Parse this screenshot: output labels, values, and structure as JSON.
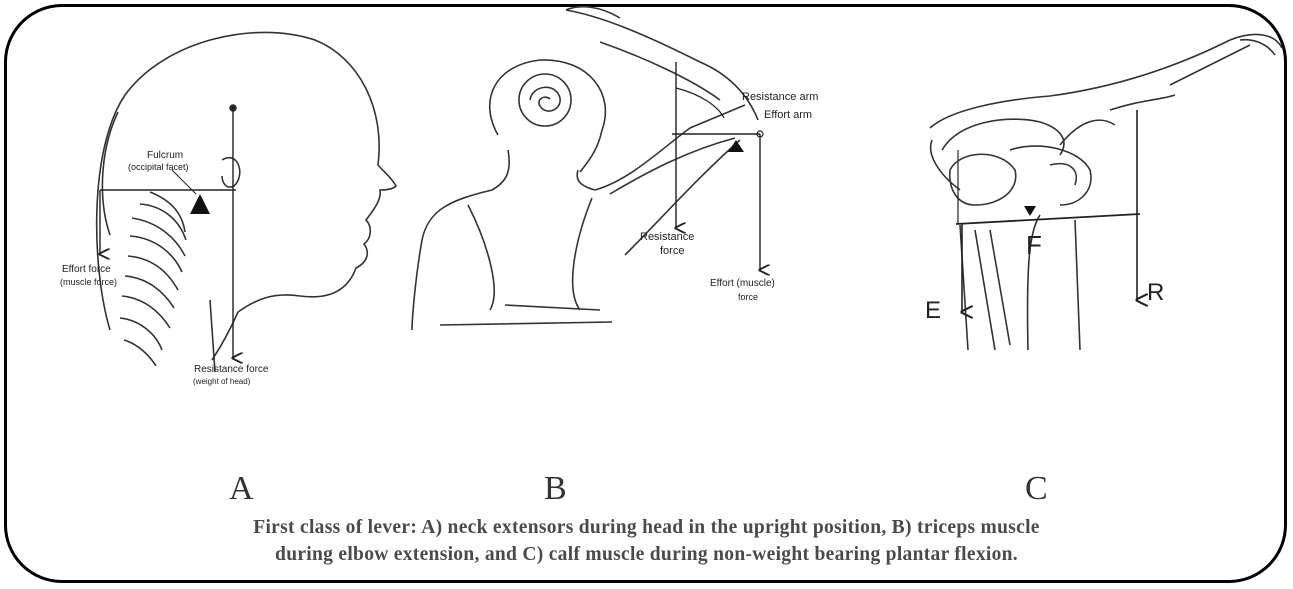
{
  "panels": {
    "a": {
      "letter": "A",
      "labels": {
        "fulcrum": "Fulcrum",
        "fulcrum_sub": "(occipital facet)",
        "effort": "Effort force",
        "effort_sub": "(muscle force)",
        "resistance": "Resistance force",
        "resistance_sub": "(weight of head)"
      }
    },
    "b": {
      "letter": "B",
      "labels": {
        "resistance_arm": "Resistance arm",
        "effort_arm": "Effort arm",
        "resistance_force": "Resistance",
        "resistance_force_sub": "force",
        "effort_force": "Effort (muscle)",
        "effort_force_sub": "force"
      }
    },
    "c": {
      "letter": "C",
      "labels": {
        "fulcrum": "F",
        "effort": "E",
        "resistance": "R"
      }
    }
  },
  "caption": {
    "line1": "First class of lever: A) neck extensors during head in the upright position, B) triceps muscle",
    "line2": "during elbow extension, and C) calf muscle during non-weight bearing plantar flexion."
  }
}
